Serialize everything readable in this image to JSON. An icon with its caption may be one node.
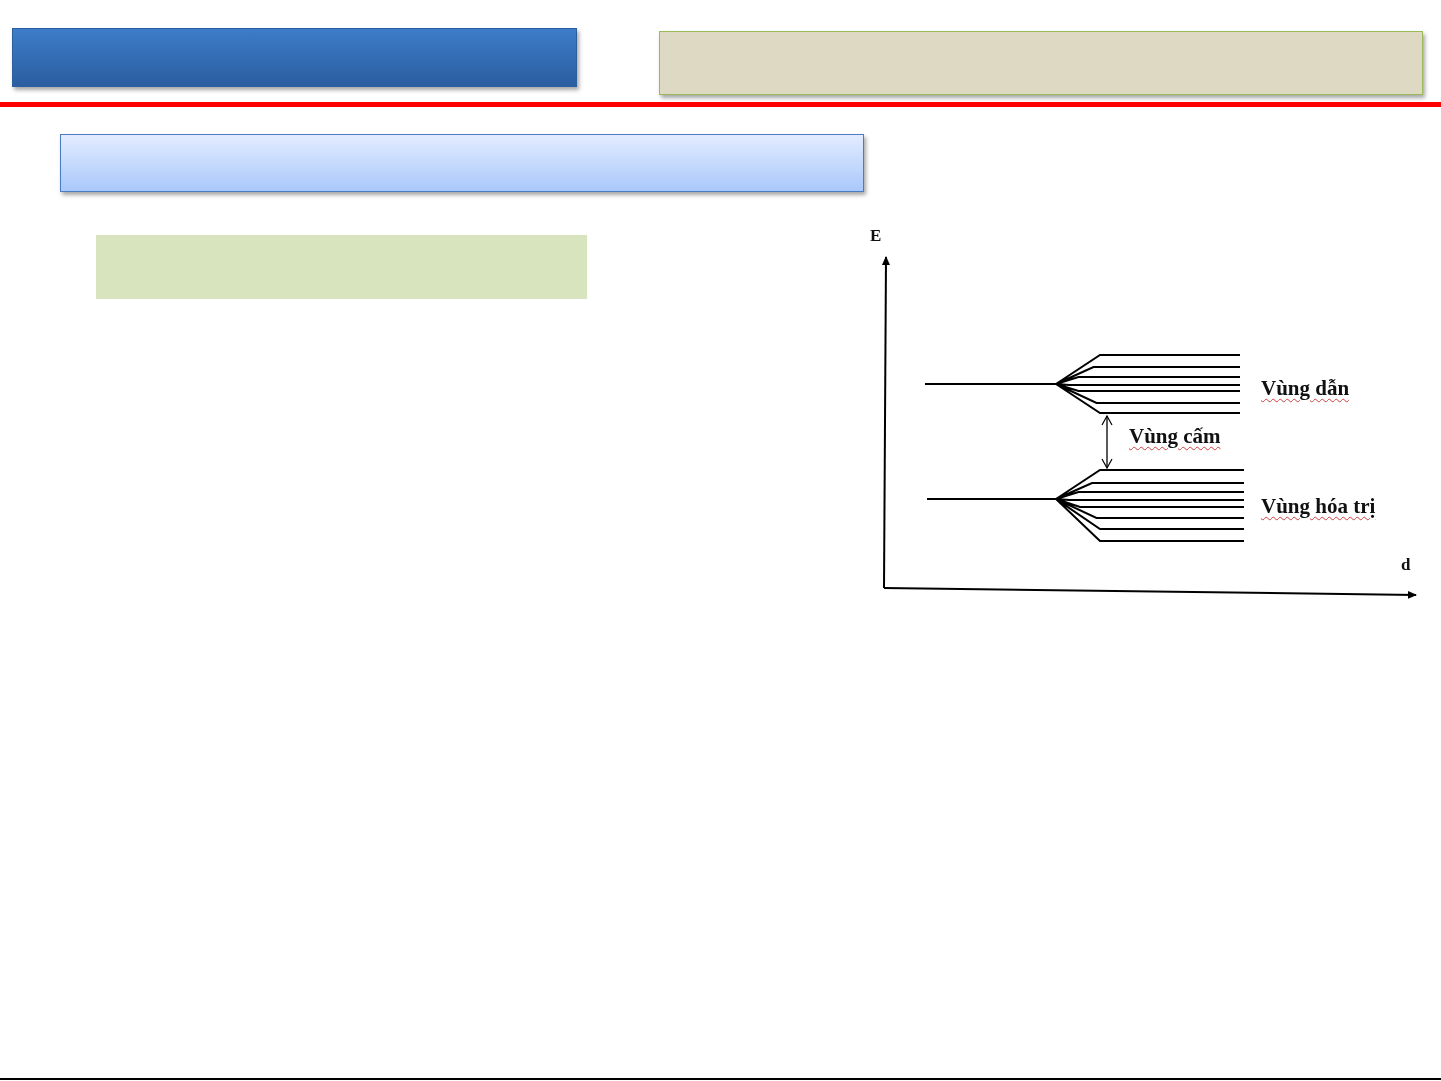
{
  "diagram": {
    "nodes": [
      {
        "text": [],
        "shape": "box"
      },
      {
        "text": [],
        "shape": "box"
      },
      {
        "text": [],
        "shape": "box"
      },
      {
        "text": [],
        "shape": "box"
      }
    ],
    "labels": [
      "E",
      "Vùng dẫn",
      "Vùng cấm",
      "Vùng hóa trị",
      "d"
    ]
  }
}
